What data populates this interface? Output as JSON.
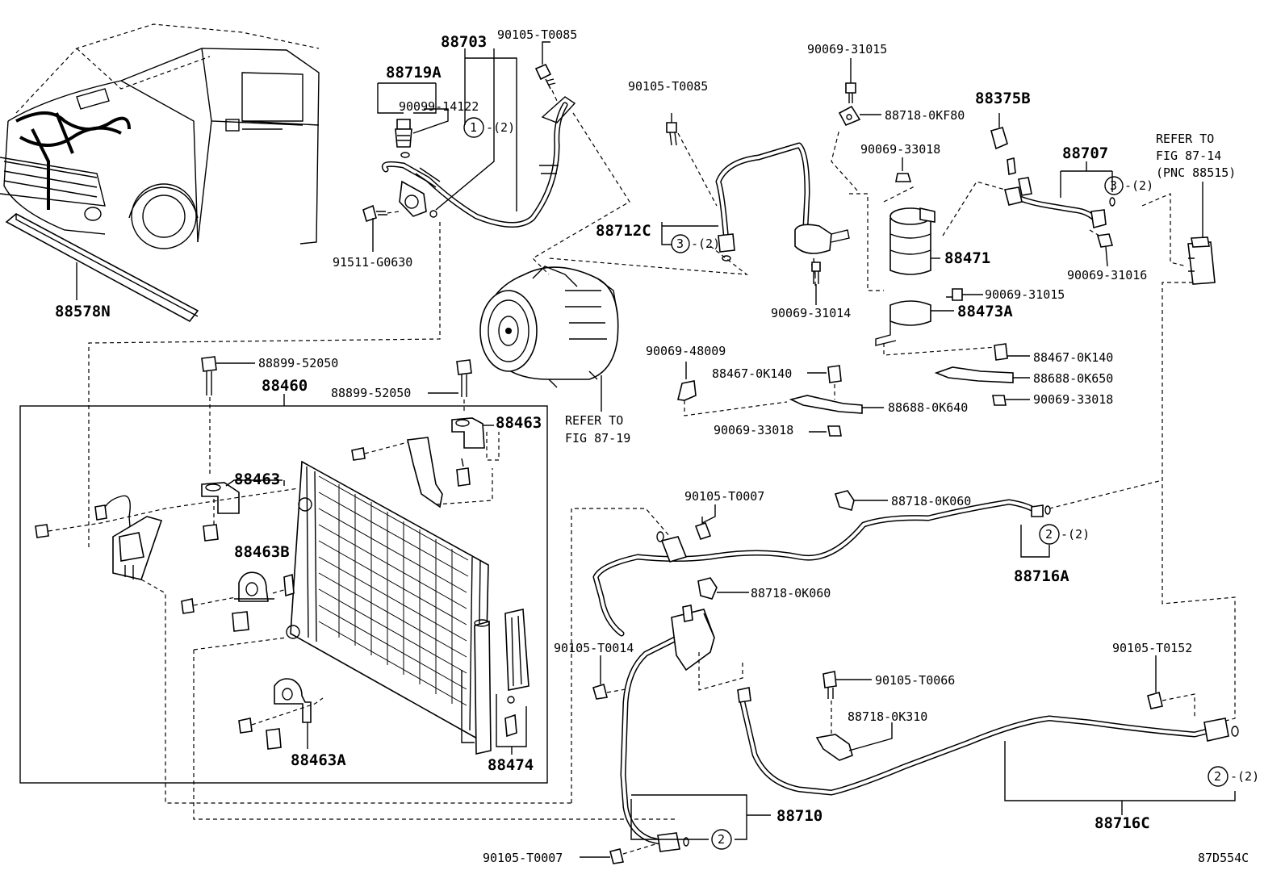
{
  "labels": {
    "p88703": "88703",
    "p90105_T0085_a": "90105-T0085",
    "p88719A": "88719A",
    "p90099_14122": "90099-14122",
    "p91511_G0630": "91511-G0630",
    "p88578N": "88578N",
    "p90105_T0085_b": "90105-T0085",
    "p90069_31015_a": "90069-31015",
    "p88718_0KF80": "88718-0KF80",
    "p88375B": "88375B",
    "p90069_33018_a": "90069-33018",
    "p88707": "88707",
    "p88712C": "88712C",
    "p88471": "88471",
    "p90069_31016": "90069-31016",
    "p90069_31014": "90069-31014",
    "p90069_31015_b": "90069-31015",
    "p88473A": "88473A",
    "p88899_52050_a": "88899-52050",
    "p88460": "88460",
    "p88899_52050_b": "88899-52050",
    "p88463_a": "88463",
    "p88463_b": "88463",
    "p88463B": "88463B",
    "p88463A": "88463A",
    "p88474": "88474",
    "p90069_48009": "90069-48009",
    "p88467_0K140_a": "88467-0K140",
    "p88688_0K640": "88688-0K640",
    "p90069_33018_b": "90069-33018",
    "p88467_0K140_b": "88467-0K140",
    "p88688_0K650": "88688-0K650",
    "p90069_33018_c": "90069-33018",
    "p90105_T0007_a": "90105-T0007",
    "p88718_0K060_a": "88718-0K060",
    "p88718_0K060_b": "88718-0K060",
    "p88716A": "88716A",
    "p90105_T0014": "90105-T0014",
    "p90105_T0066": "90105-T0066",
    "p88718_0K310": "88718-0K310",
    "p90105_T0152": "90105-T0152",
    "p88710": "88710",
    "p88716C": "88716C",
    "p90105_T0007_b": "90105-T0007",
    "diagram_code": "87D554C"
  },
  "refs": {
    "fig_87_19_line1": "REFER TO",
    "fig_87_19_line2": "FIG 87-19",
    "fig_87_14_line1": "REFER TO",
    "fig_87_14_line2": "FIG 87-14",
    "fig_87_14_line3": "(PNC 88515)"
  },
  "callouts": {
    "c1_num": "1",
    "c1_qty": "-(2)",
    "c3a_num": "3",
    "c3a_qty": "-(2)",
    "c3b_num": "3",
    "c3b_qty": "-(2)",
    "c2a_num": "2",
    "c2a_qty": "-(2)",
    "c2b_num": "2",
    "c2b_qty": "-(2)",
    "c2c_num": "2"
  }
}
